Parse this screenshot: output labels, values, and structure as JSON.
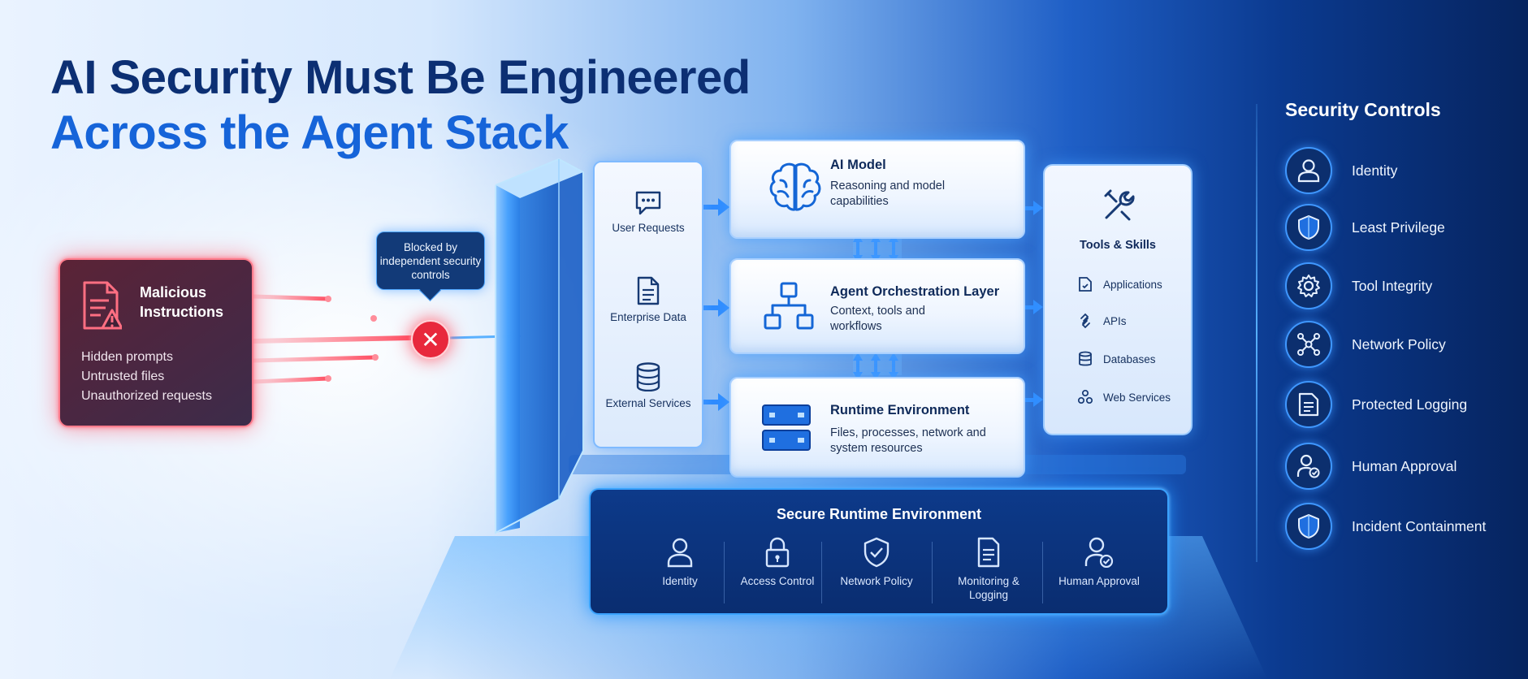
{
  "title": {
    "line1": "AI Security Must Be Engineered",
    "line2": "Across the Agent Stack"
  },
  "malicious": {
    "heading": "Malicious Instructions",
    "items": [
      "Hidden prompts",
      "Untrusted files",
      "Unauthorized requests"
    ]
  },
  "blocked": {
    "text": "Blocked by independent security controls"
  },
  "inputs": [
    {
      "label": "User Requests",
      "icon": "chat-icon"
    },
    {
      "label": "Enterprise Data",
      "icon": "document-icon"
    },
    {
      "label": "External Services",
      "icon": "database-icon"
    }
  ],
  "layers": [
    {
      "title": "AI Model",
      "subtitle": "Reasoning and model capabilities",
      "icon": "brain-icon"
    },
    {
      "title": "Agent Orchestration Layer",
      "subtitle": "Context, tools and workflows",
      "icon": "workflow-icon"
    },
    {
      "title": "Runtime Environment",
      "subtitle": "Files, processes, network and system resources",
      "icon": "server-icon"
    }
  ],
  "tools": {
    "title": "Tools & Skills",
    "items": [
      {
        "label": "Applications",
        "icon": "application-icon"
      },
      {
        "label": "APIs",
        "icon": "api-icon"
      },
      {
        "label": "Databases",
        "icon": "database-icon"
      },
      {
        "label": "Web Services",
        "icon": "web-services-icon"
      }
    ]
  },
  "secure_runtime": {
    "title": "Secure Runtime Environment",
    "items": [
      {
        "label": "Identity",
        "icon": "user-icon"
      },
      {
        "label": "Access Control",
        "icon": "lock-icon"
      },
      {
        "label": "Network Policy",
        "icon": "shield-icon"
      },
      {
        "label": "Monitoring & Logging",
        "icon": "log-icon"
      },
      {
        "label": "Human Approval",
        "icon": "user-check-icon"
      }
    ]
  },
  "security_controls": {
    "title": "Security Controls",
    "items": [
      {
        "label": "Identity",
        "icon": "user-icon"
      },
      {
        "label": "Least Privilege",
        "icon": "shield-check-icon"
      },
      {
        "label": "Tool Integrity",
        "icon": "gear-icon"
      },
      {
        "label": "Network Policy",
        "icon": "network-icon"
      },
      {
        "label": "Protected Logging",
        "icon": "log-icon"
      },
      {
        "label": "Human Approval",
        "icon": "user-check-icon"
      },
      {
        "label": "Incident Containment",
        "icon": "shield-icon"
      }
    ]
  },
  "colors": {
    "title_dark": "#0c2f73",
    "title_accent": "#1664d9",
    "threat_red": "#e8283c",
    "glow_blue": "#3aa2ff"
  }
}
